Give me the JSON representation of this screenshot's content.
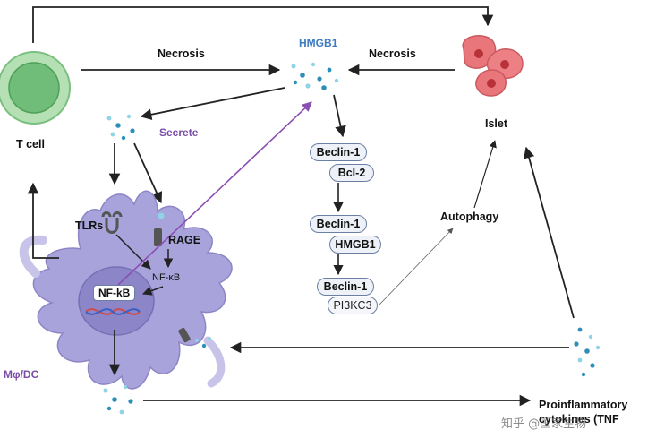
{
  "labels": {
    "hmgb1": "HMGB1",
    "necrosis_left": "Necrosis",
    "necrosis_right": "Necrosis",
    "t_cell": "T cell",
    "secrete": "Secrete",
    "islet": "Islet",
    "autophagy": "Autophagy",
    "tlrs": "TLRs",
    "rage": "RAGE",
    "nfkb_small": "NF-κB",
    "nfkb_box": "NF-kB",
    "macrophage": "Mφ/DC",
    "proinflammatory_line1": "Proinflammatory",
    "proinflammatory_line2": "cytokines (TNF"
  },
  "pathway": {
    "complex1": [
      "Beclin-1",
      "Bcl-2"
    ],
    "complex2": [
      "Beclin-1",
      "HMGB1"
    ],
    "complex3": [
      "Beclin-1",
      "PI3KC3"
    ]
  },
  "watermark": "知乎 @国家生物",
  "colors": {
    "hmgb1_text": "#3d7bbf",
    "secrete_text": "#7a4da8",
    "purple_arrow": "#8a4fb0",
    "macrophage_body": "#a9a3dc",
    "macrophage_nucleus": "#8c86c8",
    "t_cell_outer": "#9fd3a0",
    "t_cell_inner": "#6fbd78",
    "islet_cells": "#e8767b",
    "particle_dark": "#2b8fb8",
    "particle_light": "#8fd3e6"
  }
}
